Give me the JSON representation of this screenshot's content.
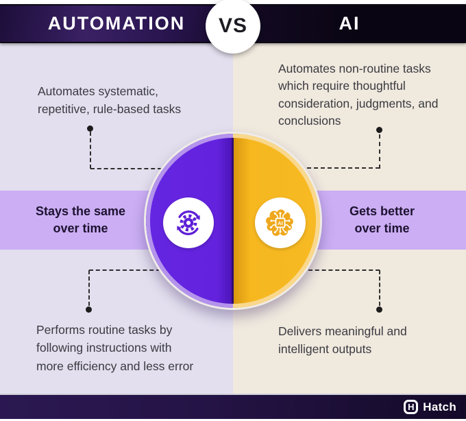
{
  "header": {
    "left_title": "AUTOMATION",
    "vs_label": "VS",
    "right_title": "AI"
  },
  "automation": {
    "top_text": "Automates systematic,\nrepetitive, rule-based tasks",
    "middle_text": "Stays the same\nover time",
    "bottom_text": "Performs routine tasks by\nfollowing instructions with\nmore efficiency and less error",
    "icon": "gear-refresh-icon"
  },
  "ai": {
    "top_text": "Automates non-routine tasks\nwhich require thoughtful\nconsideration, judgments, and\nconclusions",
    "middle_text": "Gets better\nover time",
    "bottom_text": "Delivers meaningful and\nintelligent outputs",
    "icon": "ai-brain-circuit-icon",
    "chip_label": "AI"
  },
  "footer": {
    "brand": "Hatch",
    "logo_icon": "hatch-h-icon"
  },
  "colors": {
    "automation_purple": "#6322DD",
    "ai_yellow": "#F6B71F",
    "left_background": "#E3DFEE",
    "right_background": "#F0E9DE",
    "band_purple": "#CBAEF4",
    "header_purple": "#3A2164",
    "header_black": "#0A0513",
    "footer_dark": "#241345",
    "text_dark": "#3A3A40"
  }
}
